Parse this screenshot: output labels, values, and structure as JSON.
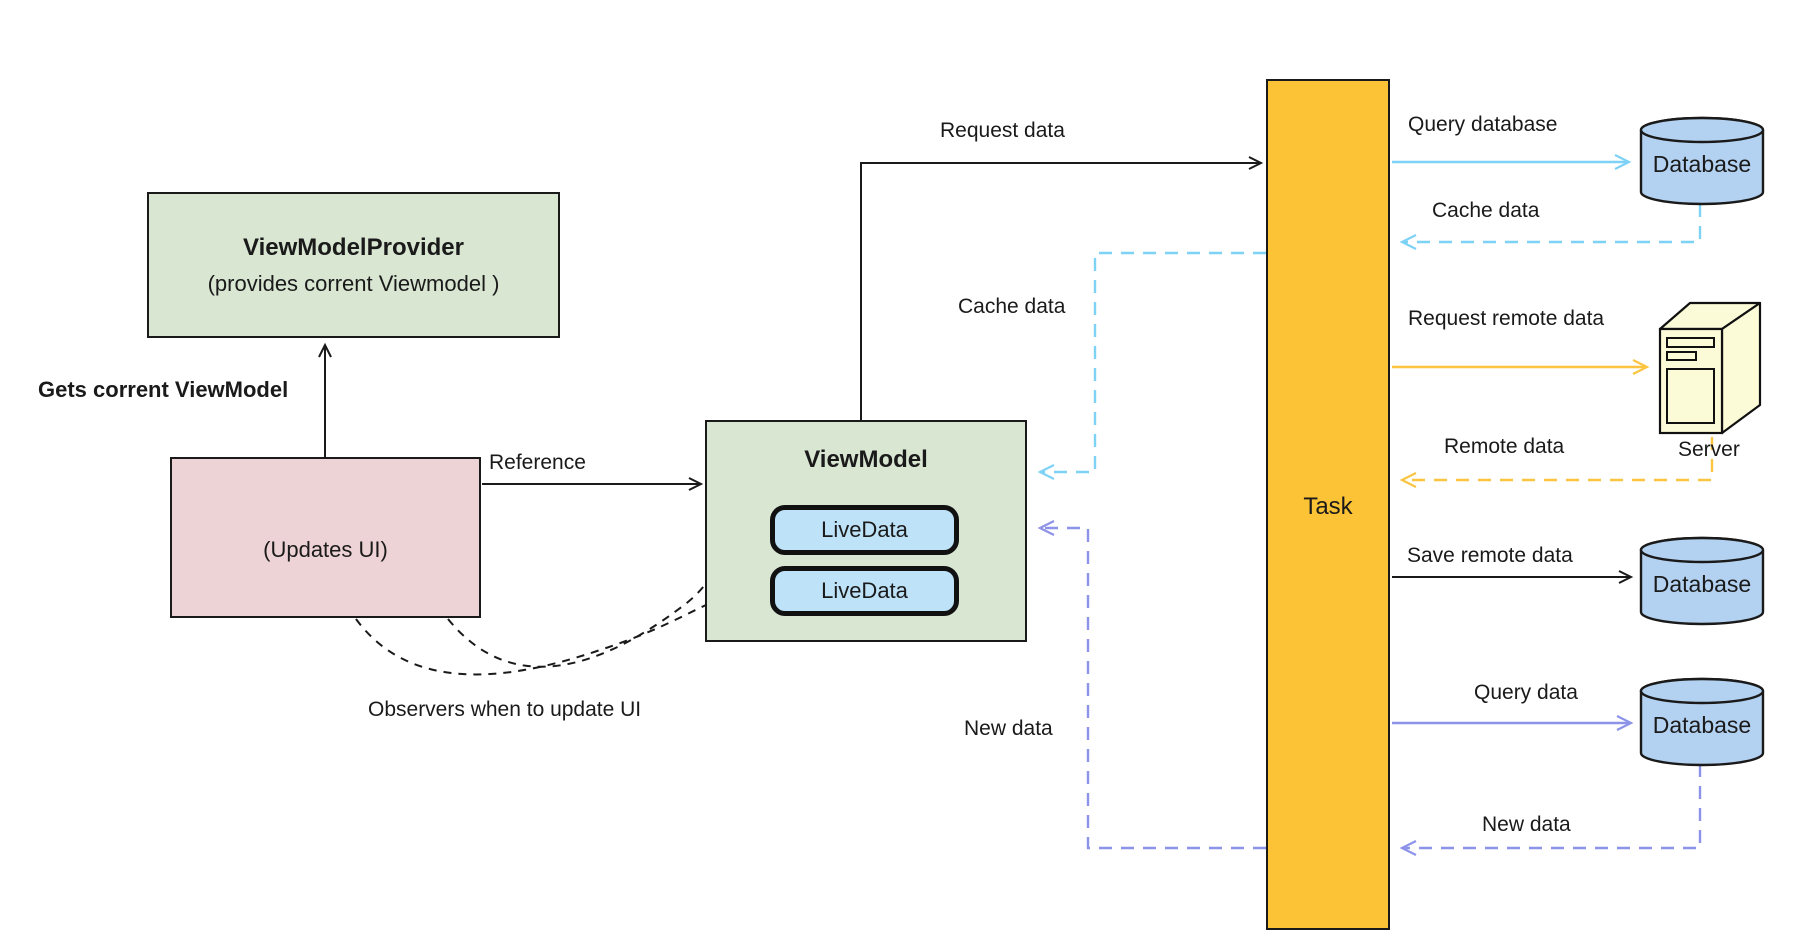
{
  "provider": {
    "title": "ViewModelProvider",
    "subtitle": "(provides corrent Viewmodel )"
  },
  "gets_label": "Gets corrent ViewModel",
  "ui_box": {
    "label": "(Updates UI)"
  },
  "reference_label": "Reference",
  "viewmodel": {
    "title": "ViewModel",
    "livedata": [
      "LiveData",
      "LiveData"
    ]
  },
  "observers_label": "Observers when to update UI",
  "request_data_label": "Request data",
  "cache_data_mid_label": "Cache data",
  "new_data_mid_label": "New data",
  "task": {
    "label": "Task"
  },
  "right": {
    "query_database_label": "Query database",
    "cache_data_label": "Cache data",
    "request_remote_label": "Request remote data",
    "remote_data_label": "Remote data",
    "server_label": "Server",
    "save_remote_label": "Save remote data",
    "query_data_label": "Query data",
    "new_data_label": "New data",
    "db1_label": "Database",
    "db2_label": "Database",
    "db3_label": "Database"
  },
  "colors": {
    "box_green": "#d8e6d2",
    "box_pink": "#edd3d5",
    "livedata_blue": "#bee3f8",
    "task_orange": "#fbc335",
    "database_blue": "#b3d1f0",
    "server_yellow": "#fcfbd8",
    "arrow_sky": "#7ed2f6",
    "arrow_orange": "#fbc541",
    "arrow_purple": "#8d93e9",
    "arrow_black": "#1a1a1a"
  }
}
